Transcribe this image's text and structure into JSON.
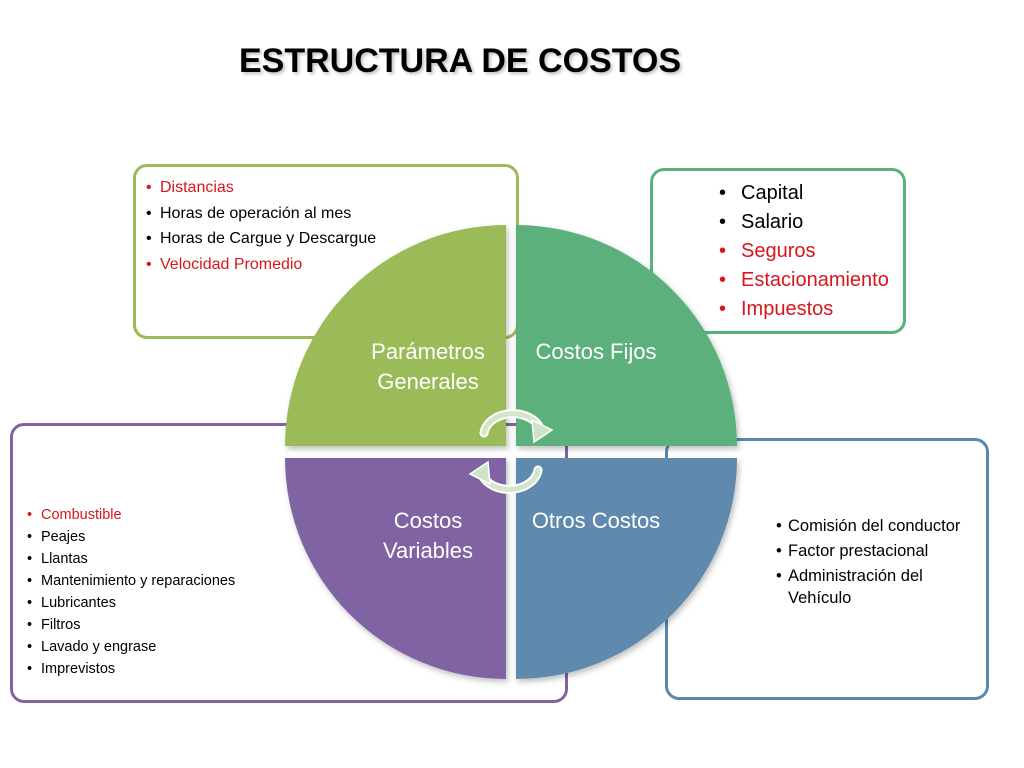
{
  "title": "ESTRUCTURA DE COSTOS",
  "colors": {
    "parametros": "#9bbb59",
    "fijos": "#5cb07c",
    "variables": "#8064a2",
    "otros": "#5e8aae",
    "highlight": "#d9151c"
  },
  "quadrants": {
    "parametros": "Parámetros Generales",
    "fijos": "Costos Fijos",
    "variables": "Costos Variables",
    "otros": "Otros Costos"
  },
  "parametros_items": [
    {
      "text": "Distancias",
      "highlight": true
    },
    {
      "text": "Horas de operación al mes",
      "highlight": false
    },
    {
      "text": "Horas de Cargue y Descargue",
      "highlight": false
    },
    {
      "text": "Velocidad Promedio",
      "highlight": true
    }
  ],
  "fijos_items": [
    {
      "text": "Capital",
      "highlight": false
    },
    {
      "text": "Salario",
      "highlight": false
    },
    {
      "text": "Seguros",
      "highlight": true
    },
    {
      "text": "Estacionamiento",
      "highlight": true
    },
    {
      "text": "Impuestos",
      "highlight": true
    }
  ],
  "variables_items": [
    {
      "text": "Combustible",
      "highlight": true
    },
    {
      "text": "Peajes",
      "highlight": false
    },
    {
      "text": "Llantas",
      "highlight": false
    },
    {
      "text": "Mantenimiento y reparaciones",
      "highlight": false
    },
    {
      "text": "Lubricantes",
      "highlight": false
    },
    {
      "text": "Filtros",
      "highlight": false
    },
    {
      "text": "Lavado y engrase",
      "highlight": false
    },
    {
      "text": "Imprevistos",
      "highlight": false
    }
  ],
  "otros_items": [
    {
      "text": "Comisión del conductor",
      "highlight": false
    },
    {
      "text": "Factor prestacional",
      "highlight": false
    },
    {
      "text": "Administración del Vehículo",
      "highlight": false
    }
  ]
}
